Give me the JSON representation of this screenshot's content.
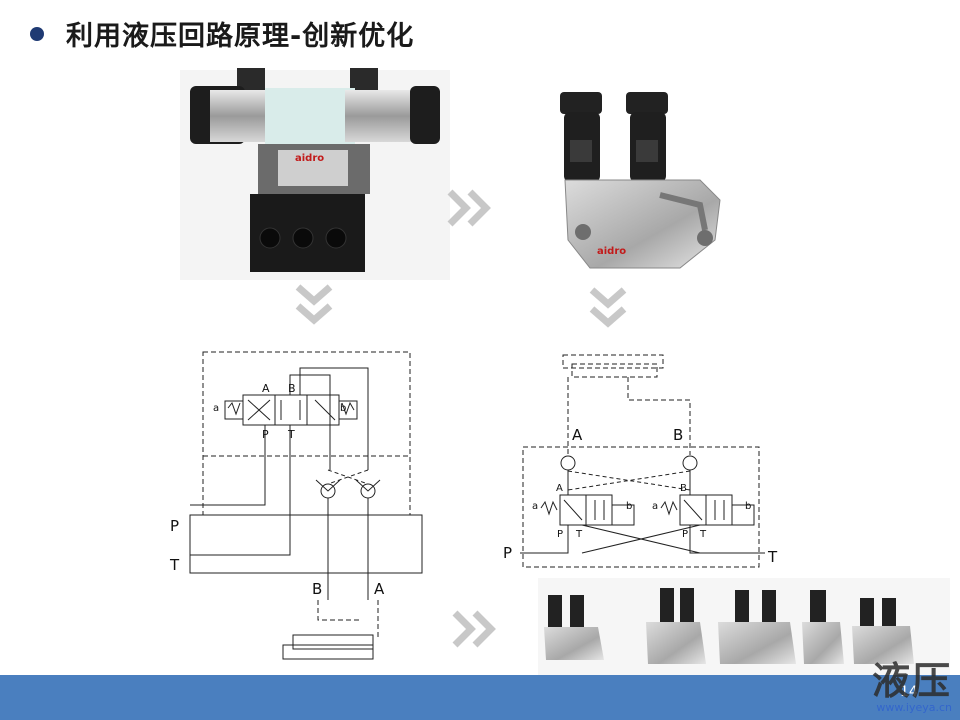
{
  "header": {
    "title": "利用液压回路原理-创新优化"
  },
  "left_photo": {
    "brand": "aidro"
  },
  "right_photo": {
    "brand": "aidro"
  },
  "left_schematic": {
    "valve_port_a": "A",
    "valve_port_b": "B",
    "valve_port_p": "P",
    "valve_port_t": "T",
    "solenoid_a": "a",
    "solenoid_b": "b",
    "line_p": "P",
    "line_t": "T",
    "bottom_b": "B",
    "bottom_a": "A"
  },
  "right_schematic": {
    "top_a": "A",
    "top_b": "B",
    "v1_a": "A",
    "v1_p": "P",
    "v1_t": "T",
    "v1_sol_a": "a",
    "v1_sol_b": "b",
    "v2_b": "B",
    "v2_p": "P",
    "v2_t": "T",
    "v2_sol_a": "a",
    "v2_sol_b": "b",
    "line_p": "P",
    "line_t": "T"
  },
  "footer": {
    "page_number": "14"
  },
  "watermark": {
    "name": "液压",
    "url": "www.iyeya.cn"
  },
  "colors": {
    "bullet": "#1f3a73",
    "footer_bar": "#4a7fbf",
    "arrow": "#c8c8c8",
    "brand": "#c21a1a"
  }
}
